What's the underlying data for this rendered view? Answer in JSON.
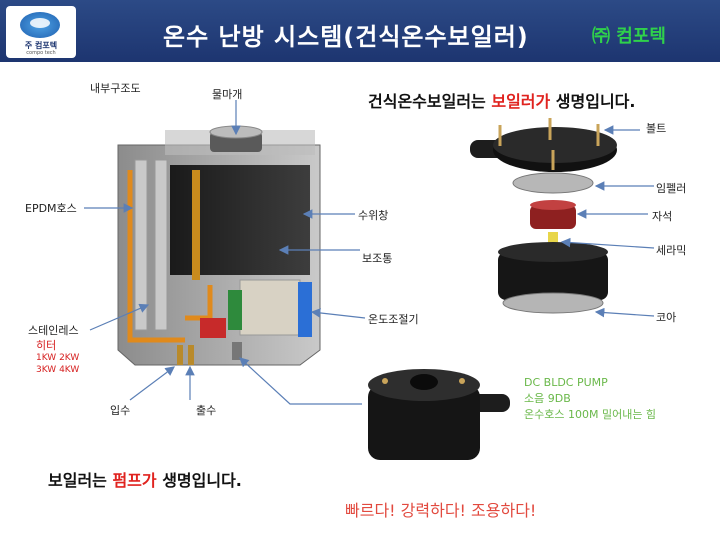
{
  "header": {
    "logo_text": "주 컴포텍",
    "logo_sub": "compo tech",
    "title": "온수 난방 시스템(건식온수보일러)",
    "brand": "㈜ 컴포텍"
  },
  "diagram": {
    "internal_structure_label": "내부구조도",
    "labels": {
      "water_cap": "물마개",
      "epdm_hose": "EPDM호스",
      "water_gauge": "수위창",
      "aux_tank": "보조통",
      "thermostat": "온도조절기",
      "stainless_heater": "스테인레스",
      "heater": "히터",
      "heater_spec_1": "1KW 2KW",
      "heater_spec_2": "3KW 4KW",
      "inlet": "입수",
      "outlet": "출수",
      "bolt": "볼트",
      "impeller": "임펠러",
      "magnet": "자석",
      "ceramic": "세라믹",
      "core": "코아"
    },
    "headline_top_prefix": "건식온수보일러는 ",
    "headline_top_highlight": "보일러가",
    "headline_top_suffix": " 생명입니다.",
    "headline_bottom_prefix": "보일러는 ",
    "headline_bottom_highlight": "펌프가",
    "headline_bottom_suffix": " 생명입니다.",
    "pump_spec": [
      "DC BLDC PUMP",
      "소음 9DB",
      "온수호스 100M 밀어내는 힘"
    ],
    "slogan": "빠르다! 강력하다! 조용하다!"
  }
}
